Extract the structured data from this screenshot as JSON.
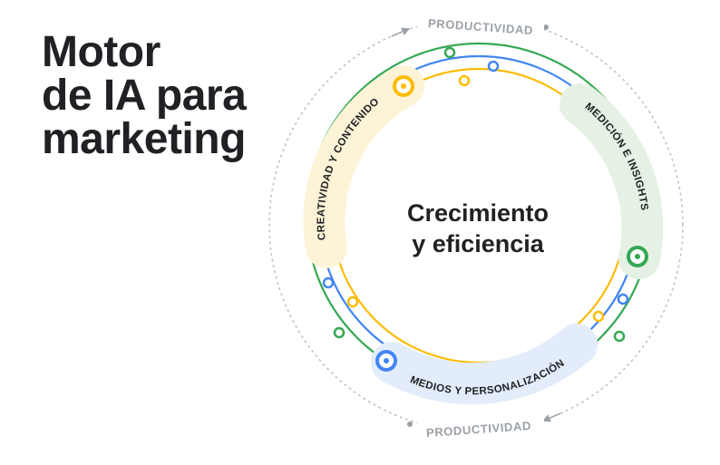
{
  "title_lines": [
    "Motor",
    "de IA para",
    "marketing"
  ],
  "center": {
    "line1": "Crecimiento",
    "line2": "y eficiencia"
  },
  "outer_label_top": "PRODUCTIVIDAD",
  "outer_label_bottom": "PRODUCTIVIDAD",
  "segments": {
    "creatividad": "CREATIVIDAD Y CONTENIDO",
    "medicion": "MEDICIÓN E INSIGHTS",
    "medios": "MEDIOS Y PERSONALIZACIÓN"
  },
  "colors": {
    "green": "#34a853",
    "blue": "#4285f4",
    "yellow": "#fbbc04",
    "text": "#202124",
    "muted": "#9aa0a6",
    "creatividad_bg": "#fdf3d7",
    "medicion_bg": "#e4f1e4",
    "medios_bg": "#e3ecfb"
  }
}
